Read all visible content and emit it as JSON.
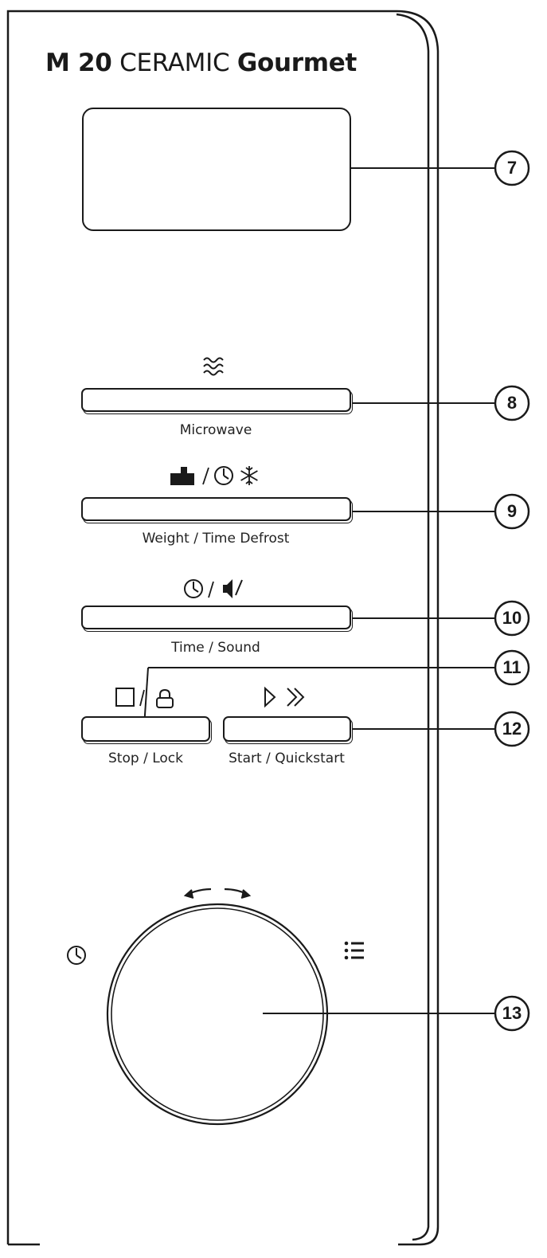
{
  "header": {
    "model_prefix": "M 20",
    "model_middle": "CERAMIC",
    "model_suffix": "Gourmet"
  },
  "display": {
    "callout": "7"
  },
  "buttons": [
    {
      "id": "microwave",
      "label": "Microwave",
      "callout": "8",
      "icons": [
        "microwave-waves-icon"
      ]
    },
    {
      "id": "weight-time-defrost",
      "label": "Weight / Time Defrost",
      "callout": "9",
      "icon_separator": "/",
      "icons": [
        "weight-icon",
        "clock-icon",
        "snowflake-icon"
      ]
    },
    {
      "id": "time-sound",
      "label": "Time / Sound",
      "callout": "10",
      "icon_separator": "/",
      "icons": [
        "clock-icon",
        "speaker-mute-icon"
      ]
    },
    {
      "id": "stop-lock",
      "label": "Stop / Lock",
      "callout": "11",
      "icon_separator": "/",
      "icons": [
        "stop-square-icon",
        "padlock-icon"
      ]
    },
    {
      "id": "start-quickstart",
      "label": "Start / Quickstart",
      "callout": "12",
      "icons": [
        "play-icon",
        "fast-forward-icon"
      ]
    }
  ],
  "knob": {
    "callout": "13",
    "icons": [
      "rotate-arrows-icon",
      "clock-icon",
      "menu-list-icon"
    ]
  },
  "colors": {
    "ink": "#1a1a1a",
    "background": "#ffffff"
  }
}
